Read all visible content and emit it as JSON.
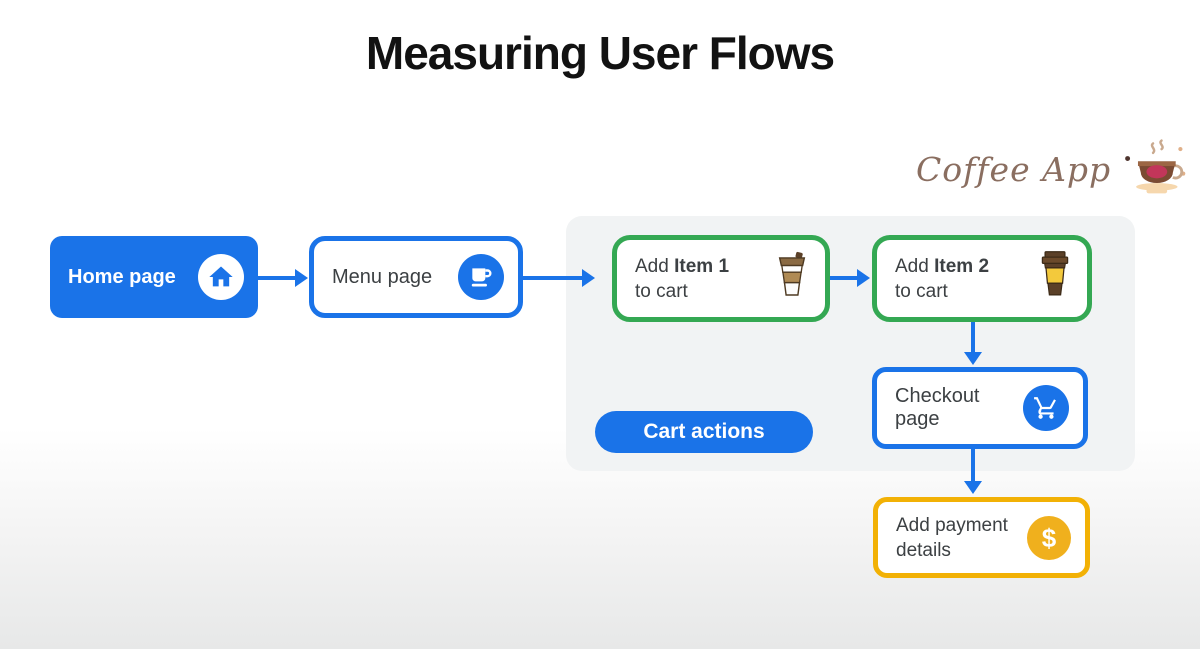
{
  "title": "Measuring User Flows",
  "brand": {
    "name": "Coffee App",
    "logo_icon": "coffee-logo-icon"
  },
  "nodes": {
    "home": {
      "label": "Home page",
      "icon": "home-icon",
      "style": "filled-blue"
    },
    "menu": {
      "label": "Menu page",
      "icon": "coffee-mug-icon",
      "style": "outline-blue"
    },
    "item1": {
      "word_add": "Add",
      "item": "Item 1",
      "line2": "to cart",
      "icon": "takeaway-cup-icon",
      "style": "outline-green"
    },
    "item2": {
      "word_add": "Add",
      "item": "Item 2",
      "line2": "to cart",
      "icon": "takeaway-cup-large-icon",
      "style": "outline-green"
    },
    "checkout": {
      "label": "Checkout page",
      "icon": "shopping-cart-icon",
      "style": "outline-blue"
    },
    "payment": {
      "line1": "Add payment",
      "line2": "details",
      "icon": "dollar-icon",
      "icon_glyph": "$",
      "style": "outline-gold"
    }
  },
  "badge": {
    "label": "Cart actions"
  },
  "edges": [
    "home->menu",
    "menu->item1",
    "item1->item2",
    "item2->checkout",
    "checkout->payment"
  ],
  "colors": {
    "blue": "#1a73e8",
    "green": "#34a853",
    "gold": "#f0b01d",
    "panel_gray": "#f1f3f4",
    "text_dark": "#3c4043",
    "brand_brown": "#8a6e60",
    "bg_bottom": "#e7e8e8"
  }
}
